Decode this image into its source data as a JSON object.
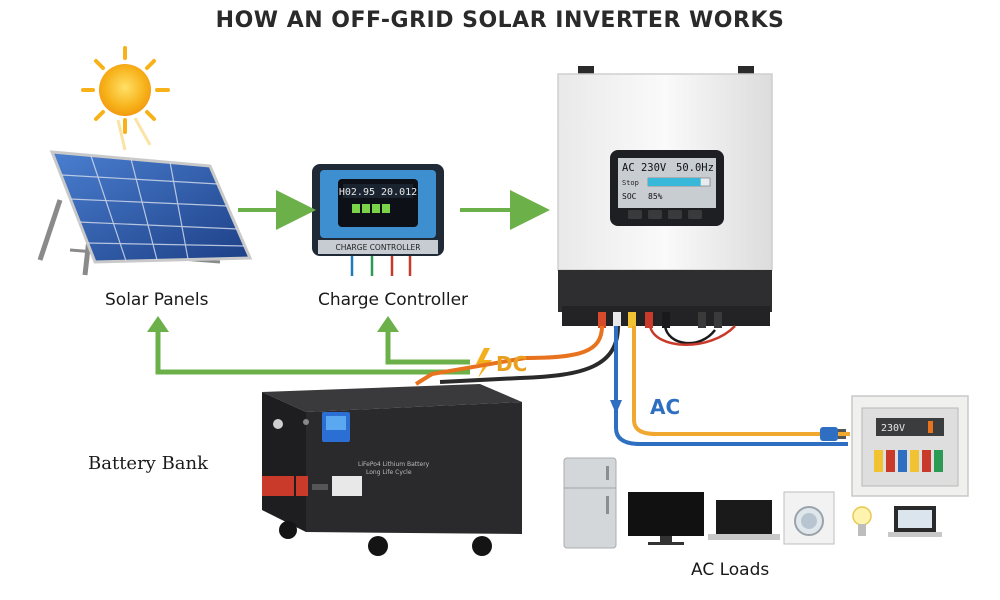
{
  "title": "HOW AN OFF-GRID SOLAR INVERTER WORKS",
  "components": {
    "solar_panels": "Solar Panels",
    "charge_controller": "Charge Controller",
    "battery_bank": "Battery Bank",
    "ac_loads": "AC Loads"
  },
  "flows": {
    "dc": "DC",
    "ac": "AC"
  },
  "controller_display": {
    "line1": "H02.95  20.012",
    "panel_text": "CHARGE CONTROLLER"
  },
  "inverter_display": {
    "voltage": "AC 230V",
    "frequency": "50.0Hz",
    "row2_label": "Stop",
    "soc_label": "SOC",
    "soc_value": "85%",
    "soc_fraction": 0.85
  },
  "battery_label": {
    "line1": "LiFePo4 Lithium Battery",
    "line2": "Long Life Cycle"
  },
  "distribution_panel": {
    "reading": "230V"
  },
  "colors": {
    "green_arrow": "#6cb04a",
    "dc_orange": "#e8731f",
    "ac_blue": "#2f6fc1",
    "ac_gold": "#f0a830",
    "sun": "#f7b21a"
  }
}
